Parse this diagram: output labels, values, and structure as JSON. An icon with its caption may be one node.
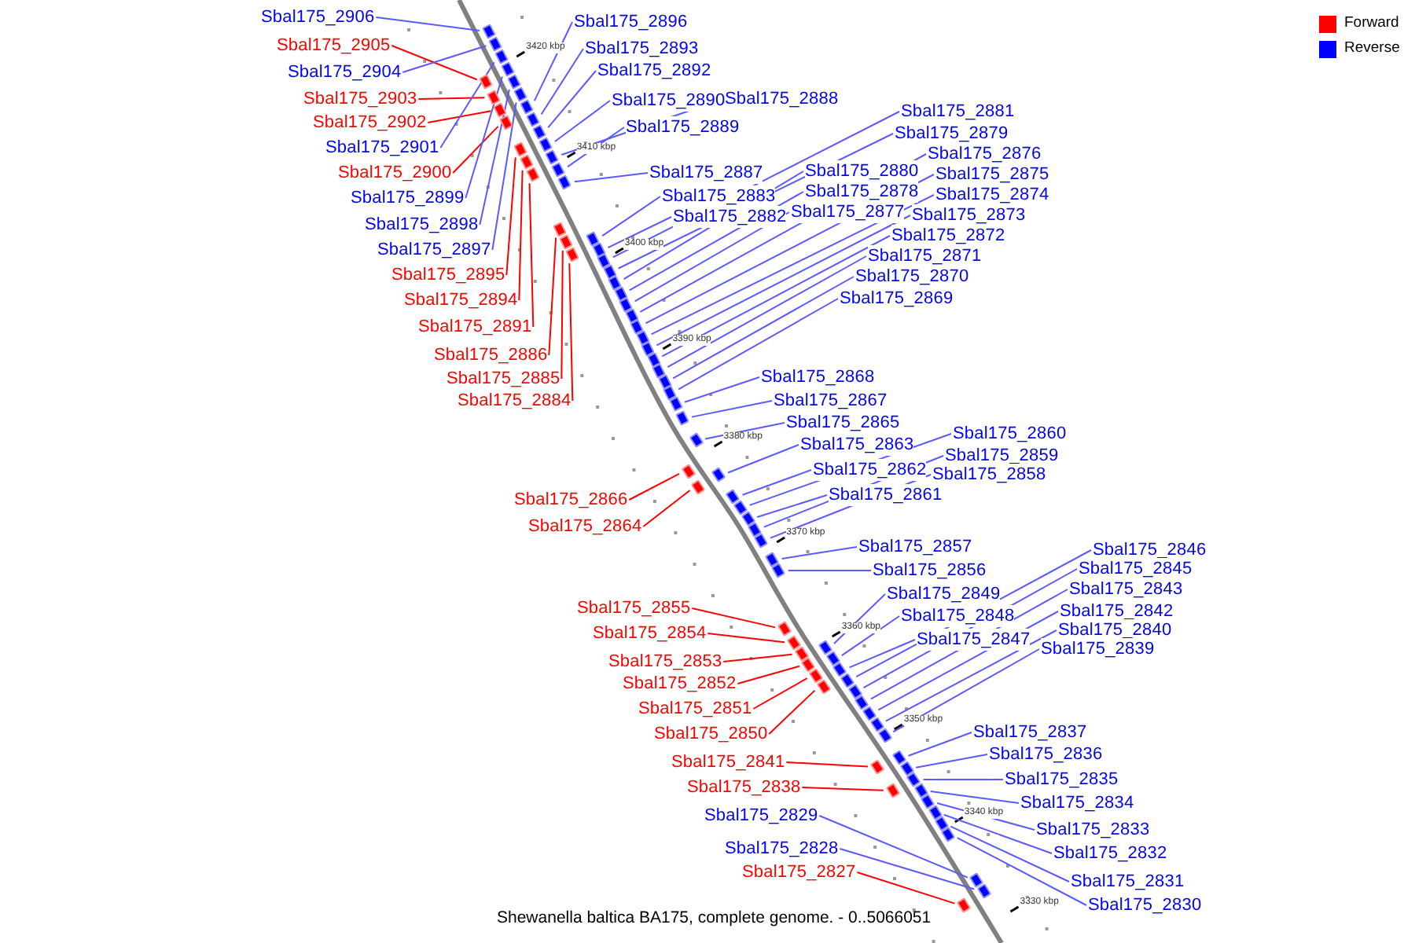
{
  "diagram": {
    "caption": "Shewanella baltica BA175, complete genome. - 0..5066051",
    "nodes": [
      {
        "text": [
          "Sbal175_2906"
        ]
      },
      {
        "text": [
          "Sbal175_2905"
        ]
      },
      {
        "text": [
          "Sbal175_2904"
        ]
      },
      {
        "text": [
          "Sbal175_2903"
        ]
      },
      {
        "text": [
          "Sbal175_2902"
        ]
      },
      {
        "text": [
          "Sbal175_2901"
        ]
      },
      {
        "text": [
          "Sbal175_2900"
        ]
      },
      {
        "text": [
          "Sbal175_2899"
        ]
      },
      {
        "text": [
          "Sbal175_2898"
        ]
      },
      {
        "text": [
          "Sbal175_2897"
        ]
      },
      {
        "text": [
          "Sbal175_2895"
        ]
      },
      {
        "text": [
          "Sbal175_2894"
        ]
      },
      {
        "text": [
          "Sbal175_2891"
        ]
      },
      {
        "text": [
          "Sbal175_2886"
        ]
      },
      {
        "text": [
          "Sbal175_2885"
        ]
      },
      {
        "text": [
          "Sbal175_2884"
        ]
      },
      {
        "text": [
          "Sbal175_2896"
        ]
      },
      {
        "text": [
          "Sbal175_2893"
        ]
      },
      {
        "text": [
          "Sbal175_2892"
        ]
      },
      {
        "text": [
          "Sbal175_2890"
        ]
      },
      {
        "text": [
          "Sbal175_2888"
        ]
      },
      {
        "text": [
          "Sbal175_2889"
        ]
      },
      {
        "text": [
          "Sbal175_2887"
        ]
      },
      {
        "text": [
          "Sbal175_2883"
        ]
      },
      {
        "text": [
          "Sbal175_2882"
        ]
      },
      {
        "text": [
          "Sbal175_2881"
        ]
      },
      {
        "text": [
          "Sbal175_2879"
        ]
      },
      {
        "text": [
          "Sbal175_2880"
        ]
      },
      {
        "text": [
          "Sbal175_2878"
        ]
      },
      {
        "text": [
          "Sbal175_2877"
        ]
      },
      {
        "text": [
          "Sbal175_2876"
        ]
      },
      {
        "text": [
          "Sbal175_2875"
        ]
      },
      {
        "text": [
          "Sbal175_2874"
        ]
      },
      {
        "text": [
          "Sbal175_2873"
        ]
      },
      {
        "text": [
          "Sbal175_2872"
        ]
      },
      {
        "text": [
          "Sbal175_2871"
        ]
      },
      {
        "text": [
          "Sbal175_2870"
        ]
      },
      {
        "text": [
          "Sbal175_2869"
        ]
      },
      {
        "text": [
          "Sbal175_2868"
        ]
      },
      {
        "text": [
          "Sbal175_2867"
        ]
      },
      {
        "text": [
          "Sbal175_2865"
        ]
      },
      {
        "text": [
          "Sbal175_2863"
        ]
      },
      {
        "text": [
          "Sbal175_2866"
        ]
      },
      {
        "text": [
          "Sbal175_2864"
        ]
      },
      {
        "text": [
          "Sbal175_2862"
        ]
      },
      {
        "text": [
          "Sbal175_2861"
        ]
      },
      {
        "text": [
          "Sbal175_2860"
        ]
      },
      {
        "text": [
          "Sbal175_2859"
        ]
      },
      {
        "text": [
          "Sbal175_2858"
        ]
      },
      {
        "text": [
          "Sbal175_2857"
        ]
      },
      {
        "text": [
          "Sbal175_2856"
        ]
      },
      {
        "text": [
          "Sbal175_2855"
        ]
      },
      {
        "text": [
          "Sbal175_2854"
        ]
      },
      {
        "text": [
          "Sbal175_2853"
        ]
      },
      {
        "text": [
          "Sbal175_2852"
        ]
      },
      {
        "text": [
          "Sbal175_2851"
        ]
      },
      {
        "text": [
          "Sbal175_2850"
        ]
      },
      {
        "text": [
          "Sbal175_2849"
        ]
      },
      {
        "text": [
          "Sbal175_2848"
        ]
      },
      {
        "text": [
          "Sbal175_2847"
        ]
      },
      {
        "text": [
          "Sbal175_2846"
        ]
      },
      {
        "text": [
          "Sbal175_2845"
        ]
      },
      {
        "text": [
          "Sbal175_2843"
        ]
      },
      {
        "text": [
          "Sbal175_2842"
        ]
      },
      {
        "text": [
          "Sbal175_2840"
        ]
      },
      {
        "text": [
          "Sbal175_2839"
        ]
      },
      {
        "text": [
          "Sbal175_2837"
        ]
      },
      {
        "text": [
          "Sbal175_2836"
        ]
      },
      {
        "text": [
          "Sbal175_2835"
        ]
      },
      {
        "text": [
          "Sbal175_2841"
        ]
      },
      {
        "text": [
          "Sbal175_2838"
        ]
      },
      {
        "text": [
          "Sbal175_2834"
        ]
      },
      {
        "text": [
          "Sbal175_2833"
        ]
      },
      {
        "text": [
          "Sbal175_2832"
        ]
      },
      {
        "text": [
          "Sbal175_2831"
        ]
      },
      {
        "text": [
          "Sbal175_2830"
        ]
      },
      {
        "text": [
          "Sbal175_2829"
        ]
      },
      {
        "text": [
          "Sbal175_2828"
        ]
      },
      {
        "text": [
          "Sbal175_2827"
        ]
      },
      {
        "text": [],
        "shape": "box"
      },
      {
        "text": [],
        "shape": "box"
      },
      {
        "text": [],
        "shape": "box"
      },
      {
        "text": [],
        "shape": "box"
      },
      {
        "text": [],
        "shape": "box"
      },
      {
        "text": [],
        "shape": "box"
      },
      {
        "text": [],
        "shape": "box"
      },
      {
        "text": [],
        "shape": "box"
      },
      {
        "text": [],
        "shape": "box"
      },
      {
        "text": [],
        "shape": "box"
      },
      {
        "text": [],
        "shape": "box"
      },
      {
        "text": [],
        "shape": "box"
      },
      {
        "text": [],
        "shape": "box"
      },
      {
        "text": [],
        "shape": "box"
      },
      {
        "text": [],
        "shape": "box"
      },
      {
        "text": [],
        "shape": "box"
      },
      {
        "text": [],
        "shape": "box"
      },
      {
        "text": [],
        "shape": "box"
      },
      {
        "text": [],
        "shape": "box"
      },
      {
        "text": [],
        "shape": "box"
      },
      {
        "text": [],
        "shape": "box"
      },
      {
        "text": [],
        "shape": "box"
      },
      {
        "text": [],
        "shape": "box"
      },
      {
        "text": [],
        "shape": "box"
      },
      {
        "text": [],
        "shape": "box"
      },
      {
        "text": [],
        "shape": "box"
      },
      {
        "text": [],
        "shape": "box"
      },
      {
        "text": [],
        "shape": "box"
      },
      {
        "text": [],
        "shape": "box"
      },
      {
        "text": [],
        "shape": "box"
      },
      {
        "text": [],
        "shape": "box"
      },
      {
        "text": [],
        "shape": "box"
      },
      {
        "text": [],
        "shape": "box"
      },
      {
        "text": [],
        "shape": "box"
      },
      {
        "text": [],
        "shape": "box"
      },
      {
        "text": [],
        "shape": "box"
      },
      {
        "text": [],
        "shape": "box"
      },
      {
        "text": [],
        "shape": "box"
      },
      {
        "text": [],
        "shape": "box"
      },
      {
        "text": [],
        "shape": "box"
      },
      {
        "text": [],
        "shape": "box"
      },
      {
        "text": [],
        "shape": "box"
      },
      {
        "text": [],
        "shape": "box"
      },
      {
        "text": [],
        "shape": "box"
      },
      {
        "text": [],
        "shape": "box"
      },
      {
        "text": [],
        "shape": "box"
      },
      {
        "text": [],
        "shape": "box"
      },
      {
        "text": [],
        "shape": "box"
      },
      {
        "text": [],
        "shape": "box"
      },
      {
        "text": [],
        "shape": "box"
      },
      {
        "text": [],
        "shape": "box"
      },
      {
        "text": [],
        "shape": "box"
      },
      {
        "text": [],
        "shape": "box"
      },
      {
        "text": [],
        "shape": "box"
      },
      {
        "text": [],
        "shape": "box"
      },
      {
        "text": [],
        "shape": "box"
      },
      {
        "text": [],
        "shape": "box"
      },
      {
        "text": [],
        "shape": "box"
      },
      {
        "text": [],
        "shape": "box"
      },
      {
        "text": [],
        "shape": "box"
      },
      {
        "text": [],
        "shape": "box"
      },
      {
        "text": [],
        "shape": "box"
      },
      {
        "text": [],
        "shape": "box"
      },
      {
        "text": [],
        "shape": "box"
      },
      {
        "text": [],
        "shape": "box"
      },
      {
        "text": [],
        "shape": "box"
      },
      {
        "text": [],
        "shape": "box"
      },
      {
        "text": [],
        "shape": "box"
      },
      {
        "text": [],
        "shape": "box"
      },
      {
        "text": [],
        "shape": "box"
      },
      {
        "text": [],
        "shape": "box"
      },
      {
        "text": [],
        "shape": "box"
      },
      {
        "text": [],
        "shape": "box"
      },
      {
        "text": [],
        "shape": "box"
      },
      {
        "text": [],
        "shape": "box"
      },
      {
        "text": [],
        "shape": "box"
      },
      {
        "text": [],
        "shape": "box"
      },
      {
        "text": [],
        "shape": "box"
      },
      {
        "text": [],
        "shape": "box"
      }
    ],
    "edges": [
      {
        "from": 0,
        "to": 79,
        "arrow": "none"
      },
      {
        "from": 1,
        "to": 80,
        "arrow": "none",
        "color": "#ff0000"
      },
      {
        "from": 2,
        "to": 81,
        "arrow": "none"
      },
      {
        "from": 3,
        "to": 82,
        "arrow": "none",
        "color": "#ff0000"
      },
      {
        "from": 4,
        "to": 83,
        "arrow": "none",
        "color": "#ff0000"
      },
      {
        "from": 5,
        "to": 84,
        "arrow": "none"
      },
      {
        "from": 6,
        "to": 85,
        "arrow": "none",
        "color": "#ff0000"
      },
      {
        "from": 7,
        "to": 86,
        "arrow": "none"
      },
      {
        "from": 8,
        "to": 87,
        "arrow": "none"
      },
      {
        "from": 9,
        "to": 88,
        "arrow": "none"
      },
      {
        "from": 10,
        "to": 89,
        "arrow": "none",
        "color": "#ff0000"
      },
      {
        "from": 11,
        "to": 90,
        "arrow": "none",
        "color": "#ff0000"
      },
      {
        "from": 12,
        "to": 91,
        "arrow": "none",
        "color": "#ff0000"
      },
      {
        "from": 13,
        "to": 92,
        "arrow": "none",
        "color": "#ff0000"
      },
      {
        "from": 14,
        "to": 93,
        "arrow": "none",
        "color": "#ff0000"
      },
      {
        "from": 15,
        "to": 94,
        "arrow": "none",
        "color": "#ff0000"
      },
      {
        "from": 16,
        "to": 95,
        "arrow": "none"
      },
      {
        "from": 17,
        "to": 96,
        "arrow": "none"
      },
      {
        "from": 18,
        "to": 97,
        "arrow": "none"
      },
      {
        "from": 19,
        "to": 98,
        "arrow": "none"
      },
      {
        "from": 20,
        "to": 99,
        "arrow": "none"
      },
      {
        "from": 21,
        "to": 100,
        "arrow": "none"
      },
      {
        "from": 22,
        "to": 101,
        "arrow": "none"
      },
      {
        "from": 23,
        "to": 102,
        "arrow": "none"
      },
      {
        "from": 24,
        "to": 103,
        "arrow": "none"
      },
      {
        "from": 25,
        "to": 104,
        "arrow": "none"
      },
      {
        "from": 26,
        "to": 105,
        "arrow": "none"
      },
      {
        "from": 27,
        "to": 106,
        "arrow": "none"
      },
      {
        "from": 28,
        "to": 107,
        "arrow": "none"
      },
      {
        "from": 29,
        "to": 108,
        "arrow": "none"
      },
      {
        "from": 30,
        "to": 109,
        "arrow": "none"
      },
      {
        "from": 31,
        "to": 110,
        "arrow": "none"
      },
      {
        "from": 32,
        "to": 111,
        "arrow": "none"
      },
      {
        "from": 33,
        "to": 112,
        "arrow": "none"
      },
      {
        "from": 34,
        "to": 113,
        "arrow": "none"
      },
      {
        "from": 35,
        "to": 114,
        "arrow": "none"
      },
      {
        "from": 36,
        "to": 115,
        "arrow": "none"
      },
      {
        "from": 37,
        "to": 116,
        "arrow": "none"
      },
      {
        "from": 38,
        "to": 117,
        "arrow": "none"
      },
      {
        "from": 39,
        "to": 118,
        "arrow": "none"
      },
      {
        "from": 40,
        "to": 119,
        "arrow": "none"
      },
      {
        "from": 41,
        "to": 120,
        "arrow": "none"
      },
      {
        "from": 42,
        "to": 121,
        "arrow": "none",
        "color": "#ff0000"
      },
      {
        "from": 43,
        "to": 122,
        "arrow": "none",
        "color": "#ff0000"
      },
      {
        "from": 44,
        "to": 123,
        "arrow": "none"
      },
      {
        "from": 45,
        "to": 124,
        "arrow": "none"
      },
      {
        "from": 46,
        "to": 125,
        "arrow": "none"
      },
      {
        "from": 47,
        "to": 126,
        "arrow": "none"
      },
      {
        "from": 48,
        "to": 127,
        "arrow": "none"
      },
      {
        "from": 49,
        "to": 128,
        "arrow": "none"
      },
      {
        "from": 50,
        "to": 129,
        "arrow": "none"
      },
      {
        "from": 51,
        "to": 130,
        "arrow": "none",
        "color": "#ff0000"
      },
      {
        "from": 52,
        "to": 131,
        "arrow": "none",
        "color": "#ff0000"
      },
      {
        "from": 53,
        "to": 132,
        "arrow": "none",
        "color": "#ff0000"
      },
      {
        "from": 54,
        "to": 133,
        "arrow": "none",
        "color": "#ff0000"
      },
      {
        "from": 55,
        "to": 134,
        "arrow": "none",
        "color": "#ff0000"
      },
      {
        "from": 56,
        "to": 135,
        "arrow": "none",
        "color": "#ff0000"
      },
      {
        "from": 57,
        "to": 136,
        "arrow": "none"
      },
      {
        "from": 58,
        "to": 137,
        "arrow": "none"
      },
      {
        "from": 59,
        "to": 138,
        "arrow": "none"
      },
      {
        "from": 60,
        "to": 139,
        "arrow": "none"
      },
      {
        "from": 61,
        "to": 140,
        "arrow": "none"
      },
      {
        "from": 62,
        "to": 141,
        "arrow": "none"
      },
      {
        "from": 63,
        "to": 142,
        "arrow": "none"
      },
      {
        "from": 64,
        "to": 143,
        "arrow": "none"
      },
      {
        "from": 65,
        "to": 144,
        "arrow": "none"
      },
      {
        "from": 66,
        "to": 145,
        "arrow": "none"
      },
      {
        "from": 67,
        "to": 146,
        "arrow": "none"
      },
      {
        "from": 68,
        "to": 147,
        "arrow": "none"
      },
      {
        "from": 69,
        "to": 148,
        "arrow": "none",
        "color": "#ff0000"
      },
      {
        "from": 70,
        "to": 149,
        "arrow": "none",
        "color": "#ff0000"
      },
      {
        "from": 71,
        "to": 150,
        "arrow": "none"
      },
      {
        "from": 72,
        "to": 151,
        "arrow": "none"
      },
      {
        "from": 73,
        "to": 152,
        "arrow": "none"
      },
      {
        "from": 74,
        "to": 153,
        "arrow": "none"
      },
      {
        "from": 75,
        "to": 154,
        "arrow": "none"
      },
      {
        "from": 76,
        "to": 155,
        "arrow": "none"
      },
      {
        "from": 77,
        "to": 156,
        "arrow": "none"
      },
      {
        "from": 78,
        "to": 157,
        "arrow": "none",
        "color": "#ff0000"
      }
    ],
    "labels": [
      "3420 kbp",
      "3410 kbp",
      "3400 kbp",
      "3390 kbp",
      "3380 kbp",
      "3370 kbp",
      "3360 kbp",
      "3350 kbp",
      "3340 kbp",
      "3330 kbp"
    ],
    "legend": [
      {
        "text": "Forward",
        "color": "#ff0000"
      },
      {
        "text": "Reverse",
        "color": "#0000ff"
      }
    ]
  }
}
